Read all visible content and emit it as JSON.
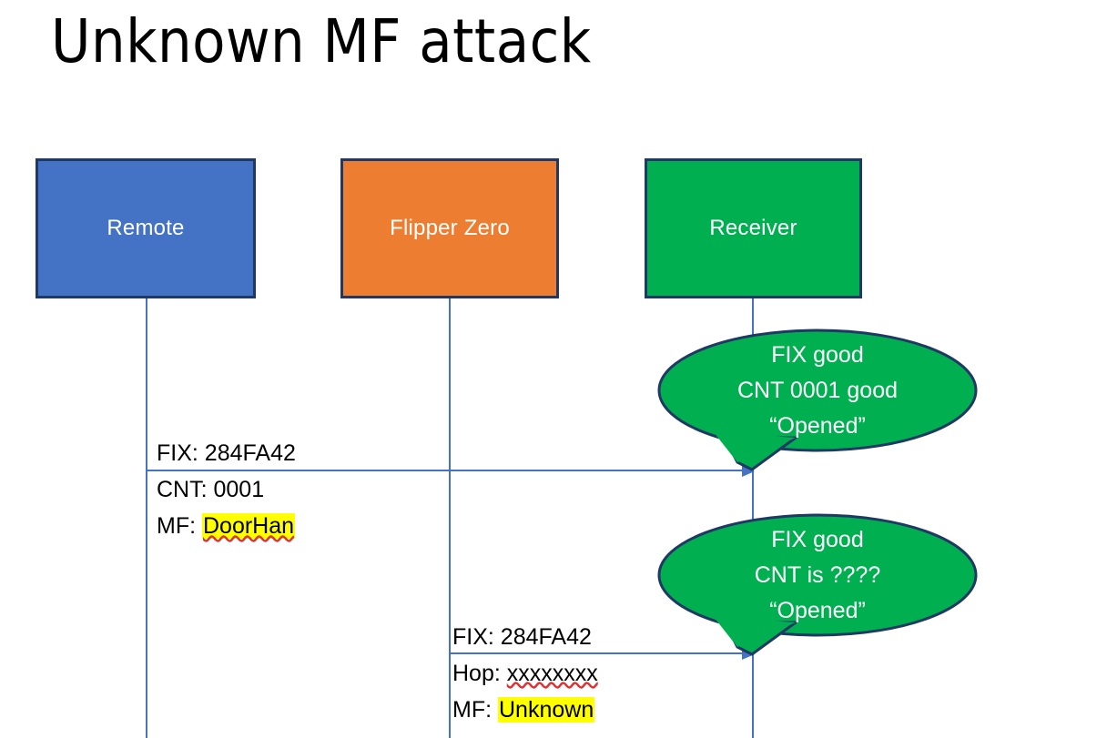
{
  "slide": {
    "title": "Unknown MF attack",
    "colors": {
      "remote": "#4472C4",
      "flipper": "#ED7D31",
      "receiver": "#00B050",
      "border": "#1F3864",
      "lifeline": "#4472C4",
      "highlight": "#FFFF00",
      "background": "#FFFFFF"
    }
  },
  "actors": [
    {
      "id": "remote",
      "label": "Remote"
    },
    {
      "id": "flipper",
      "label": "Flipper Zero"
    },
    {
      "id": "receiver",
      "label": "Receiver"
    }
  ],
  "messages": [
    {
      "id": "msg1",
      "from": "remote",
      "to": "receiver",
      "lines": [
        {
          "label": "FIX: ",
          "value": "284FA42",
          "highlighted": false,
          "misspelled": false
        },
        {
          "label": "CNT: ",
          "value": "0001",
          "highlighted": false,
          "misspelled": false
        },
        {
          "label": "MF: ",
          "value": "DoorHan",
          "highlighted": true,
          "misspelled": true
        }
      ]
    },
    {
      "id": "msg2",
      "from": "flipper",
      "to": "receiver",
      "lines": [
        {
          "label": "FIX: ",
          "value": "284FA42",
          "highlighted": false,
          "misspelled": false
        },
        {
          "label": "Hop: ",
          "value": "xxxxxxxx",
          "highlighted": false,
          "misspelled": true
        },
        {
          "label": "MF: ",
          "value": "Unknown",
          "highlighted": true,
          "misspelled": false
        }
      ]
    }
  ],
  "bubbles": [
    {
      "id": "bubble1",
      "lines": [
        "FIX good",
        "CNT 0001 good",
        "“Opened”"
      ]
    },
    {
      "id": "bubble2",
      "lines": [
        "FIX good",
        "CNT is ????",
        "“Opened”"
      ]
    }
  ]
}
